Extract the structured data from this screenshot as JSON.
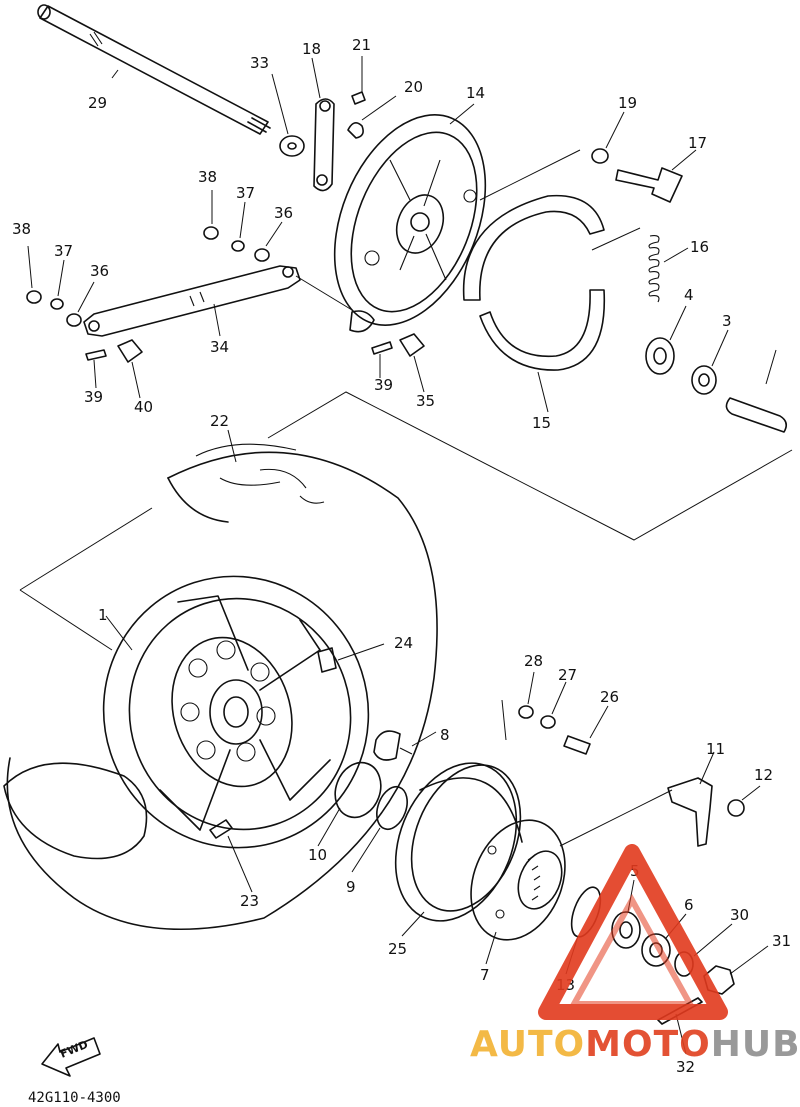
{
  "diagram": {
    "callouts": [
      {
        "id": "29",
        "text": "29"
      },
      {
        "id": "33",
        "text": "33"
      },
      {
        "id": "18",
        "text": "18"
      },
      {
        "id": "21",
        "text": "21"
      },
      {
        "id": "20",
        "text": "20"
      },
      {
        "id": "14",
        "text": "14"
      },
      {
        "id": "19",
        "text": "19"
      },
      {
        "id": "17",
        "text": "17"
      },
      {
        "id": "38a",
        "text": "38"
      },
      {
        "id": "37a",
        "text": "37"
      },
      {
        "id": "36a",
        "text": "36"
      },
      {
        "id": "38b",
        "text": "38"
      },
      {
        "id": "37b",
        "text": "37"
      },
      {
        "id": "36b",
        "text": "36"
      },
      {
        "id": "16",
        "text": "16"
      },
      {
        "id": "4",
        "text": "4"
      },
      {
        "id": "3",
        "text": "3"
      },
      {
        "id": "34",
        "text": "34"
      },
      {
        "id": "39a",
        "text": "39"
      },
      {
        "id": "40",
        "text": "40"
      },
      {
        "id": "39b",
        "text": "39"
      },
      {
        "id": "35",
        "text": "35"
      },
      {
        "id": "15",
        "text": "15"
      },
      {
        "id": "22",
        "text": "22"
      },
      {
        "id": "1",
        "text": "1"
      },
      {
        "id": "24",
        "text": "24"
      },
      {
        "id": "28",
        "text": "28"
      },
      {
        "id": "27",
        "text": "27"
      },
      {
        "id": "26",
        "text": "26"
      },
      {
        "id": "8",
        "text": "8"
      },
      {
        "id": "11",
        "text": "11"
      },
      {
        "id": "12",
        "text": "12"
      },
      {
        "id": "10",
        "text": "10"
      },
      {
        "id": "9",
        "text": "9"
      },
      {
        "id": "23",
        "text": "23"
      },
      {
        "id": "25",
        "text": "25"
      },
      {
        "id": "5",
        "text": "5"
      },
      {
        "id": "6",
        "text": "6"
      },
      {
        "id": "30",
        "text": "30"
      },
      {
        "id": "31",
        "text": "31"
      },
      {
        "id": "13",
        "text": "13"
      },
      {
        "id": "7",
        "text": "7"
      },
      {
        "id": "32",
        "text": "32"
      }
    ],
    "direction_badge": "FWD",
    "diagram_code": "42G110-4300"
  },
  "watermark": {
    "auto": "AUTO",
    "moto": "MOTO",
    "hub": "HUB",
    "colors": {
      "auto": "#f2b233",
      "moto": "#e0401f",
      "hub": "#8f8f8f",
      "triangle": "#e23a1e"
    }
  }
}
